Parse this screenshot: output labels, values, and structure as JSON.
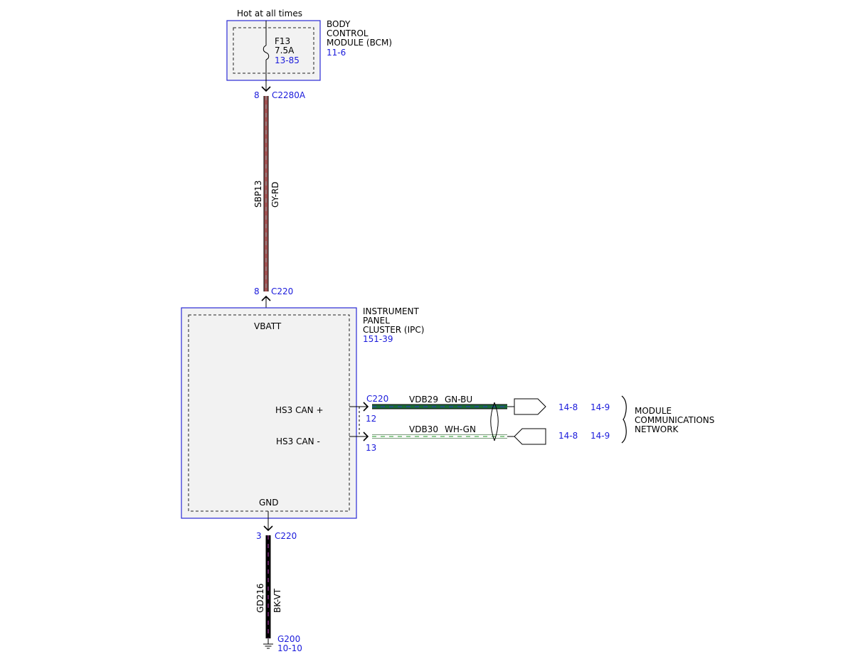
{
  "header": {
    "hot_label": "Hot at all times"
  },
  "bcm": {
    "name_lines": [
      "BODY",
      "CONTROL",
      "MODULE (BCM)"
    ],
    "page_ref": "11-6",
    "fuse": {
      "name": "F13",
      "rating": "7.5A",
      "ref": "13-85"
    },
    "connector": {
      "pin": "8",
      "name": "C2280A"
    }
  },
  "wire_power": {
    "circuit": "SBP13",
    "color": "GY-RD",
    "stroke_hex": [
      "#a05050",
      "#8a8a8a"
    ]
  },
  "ipc": {
    "name_lines": [
      "INSTRUMENT",
      "PANEL",
      "CLUSTER (IPC)"
    ],
    "page_ref": "151-39",
    "connector_top": {
      "pin": "8",
      "name": "C220"
    },
    "pin_vbatt": "VBATT",
    "pin_can_plus": "HS3 CAN +",
    "pin_can_minus": "HS3 CAN -",
    "pin_gnd": "GND",
    "can_connector": "C220",
    "can_plus_pin": "12",
    "can_minus_pin": "13",
    "connector_bottom": {
      "pin": "3",
      "name": "C220"
    }
  },
  "wire_can_plus": {
    "circuit": "VDB29",
    "color": "GN-BU",
    "refs": [
      "14-8",
      "14-9"
    ],
    "stroke_hex": "#1b6b3a"
  },
  "wire_can_minus": {
    "circuit": "VDB30",
    "color": "WH-GN",
    "refs": [
      "14-8",
      "14-9"
    ],
    "stroke_hex": "#4caf50"
  },
  "network": {
    "lines": [
      "MODULE",
      "COMMUNICATIONS",
      "NETWORK"
    ]
  },
  "wire_ground": {
    "circuit": "GD216",
    "color": "BK-VT",
    "stroke_hex": "#7a2a7a"
  },
  "ground": {
    "name": "G200",
    "ref": "10-10"
  },
  "colors": {
    "module_border": "#2a2ad6",
    "module_fill": "#f2f2f2",
    "ref_text": "#1a1adb"
  }
}
